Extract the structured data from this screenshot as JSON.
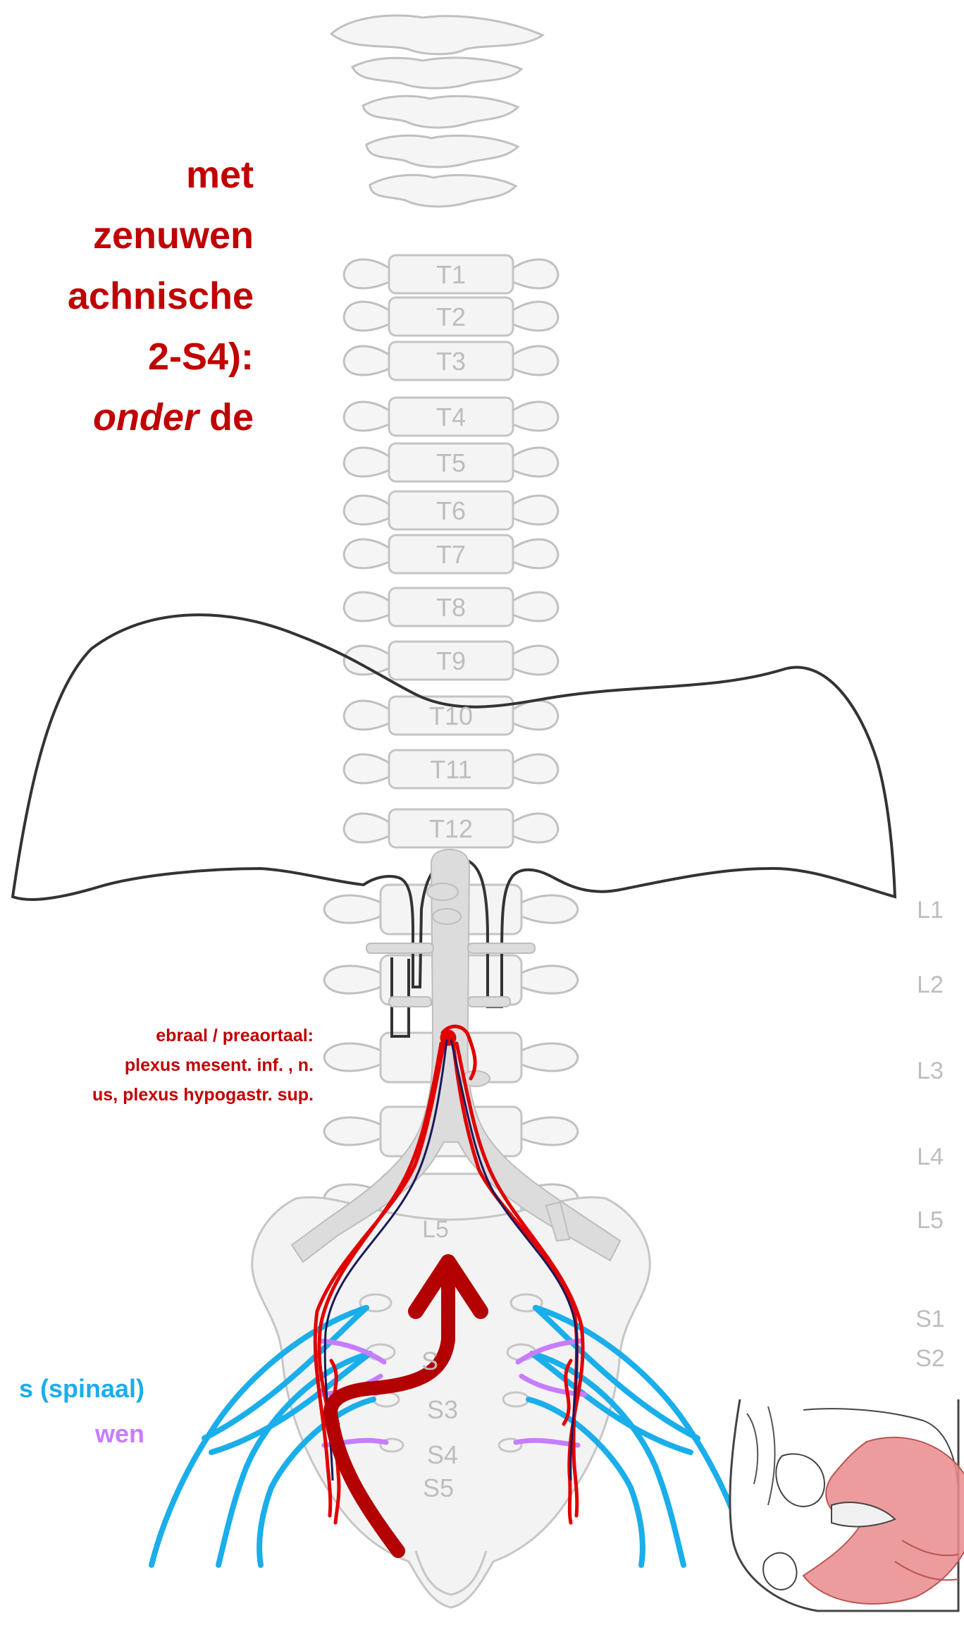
{
  "heading": {
    "lines": [
      "met",
      "zenuwen",
      "achnische",
      "2-S4):"
    ],
    "last_line_italic": "onder",
    "last_line_rest": " de"
  },
  "preaortic_note": {
    "lines": [
      "ebraal / preaortaal:",
      "plexus mesent. inf. , n.",
      "us, plexus hypogastr. sup."
    ]
  },
  "legend": {
    "spinal": "s (spinaal)",
    "spinal_color": "#1aaeea",
    "splanchnic": "wen",
    "splanchnic_color": "#c77dff"
  },
  "colors": {
    "heading": "#c00000",
    "nerve_red": "#e00000",
    "arrow_dark_red": "#b30000",
    "navy": "#1a1a5c",
    "bone_fill": "#f4f4f4",
    "bone_stroke": "#bbbbbb",
    "vessel_fill": "#dcdcdc",
    "diaphragm_stroke": "#333333",
    "organ_pink": "#e98b8b"
  },
  "vertebra_labels": {
    "thoracic": [
      "T1",
      "T2",
      "T3",
      "T4",
      "T5",
      "T6",
      "T7",
      "T8",
      "T9",
      "T10",
      "T11",
      "T12"
    ],
    "lumbar_on_spine": "L5",
    "sacral_on_spine": [
      "S",
      "S3",
      "S4",
      "S5"
    ]
  },
  "right_labels": [
    "L1",
    "L2",
    "L3",
    "L4",
    "L5",
    "S1",
    "S2"
  ],
  "icons": [
    "spine-illustration",
    "diaphragm-outline",
    "aorta-illustration",
    "pelvis-sagittal-inset",
    "ascending-arrow-icon"
  ]
}
